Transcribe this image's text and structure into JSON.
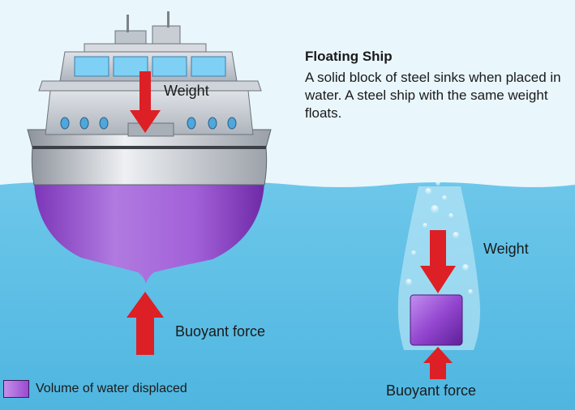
{
  "heading": {
    "title": "Floating Ship",
    "description": "A solid block of steel sinks when placed in water. A steel ship with the same weight floats."
  },
  "labels": {
    "ship_weight": "Weight",
    "ship_buoyant_force": "Buoyant force",
    "block_weight": "Weight",
    "block_buoyant_force": "Buoyant force"
  },
  "legend": {
    "label": "Volume of water displaced"
  },
  "colors": {
    "sky": "#e9f6fc",
    "water": "#62c1e7",
    "displaced_water": "#9b4fd3",
    "ship_hull": "#c7ccd3",
    "arrow": "#dd1f26"
  }
}
